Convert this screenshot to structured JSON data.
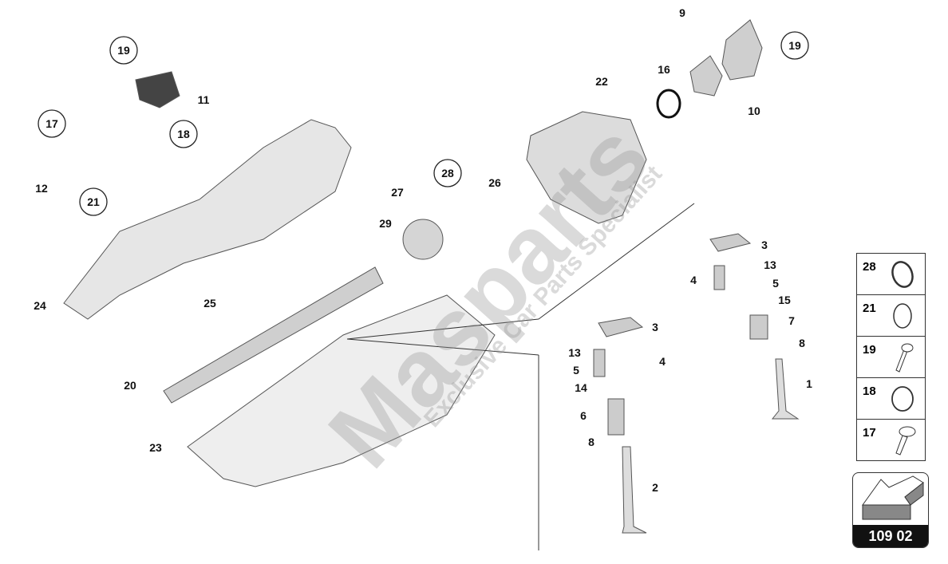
{
  "callouts": [
    "19",
    "11",
    "18",
    "17",
    "12",
    "21",
    "24",
    "25",
    "20",
    "23",
    "27",
    "29",
    "28",
    "26",
    "22",
    "16",
    "9",
    "19",
    "10",
    "3",
    "13",
    "4",
    "5",
    "15",
    "7",
    "8",
    "1",
    "3",
    "13",
    "4",
    "5",
    "14",
    "6",
    "8",
    "2"
  ],
  "watermark": {
    "brand": "Masparts",
    "tagline": "Exclusive Car Parts Specialist"
  },
  "side_panel": [
    {
      "number": "28",
      "icon": "o-ring-icon"
    },
    {
      "number": "21",
      "icon": "o-ring-icon"
    },
    {
      "number": "19",
      "icon": "bolt-icon"
    },
    {
      "number": "18",
      "icon": "o-ring-icon"
    },
    {
      "number": "17",
      "icon": "bolt-icon"
    }
  ],
  "nav": {
    "code": "109 02",
    "icon": "arrow-icon"
  }
}
